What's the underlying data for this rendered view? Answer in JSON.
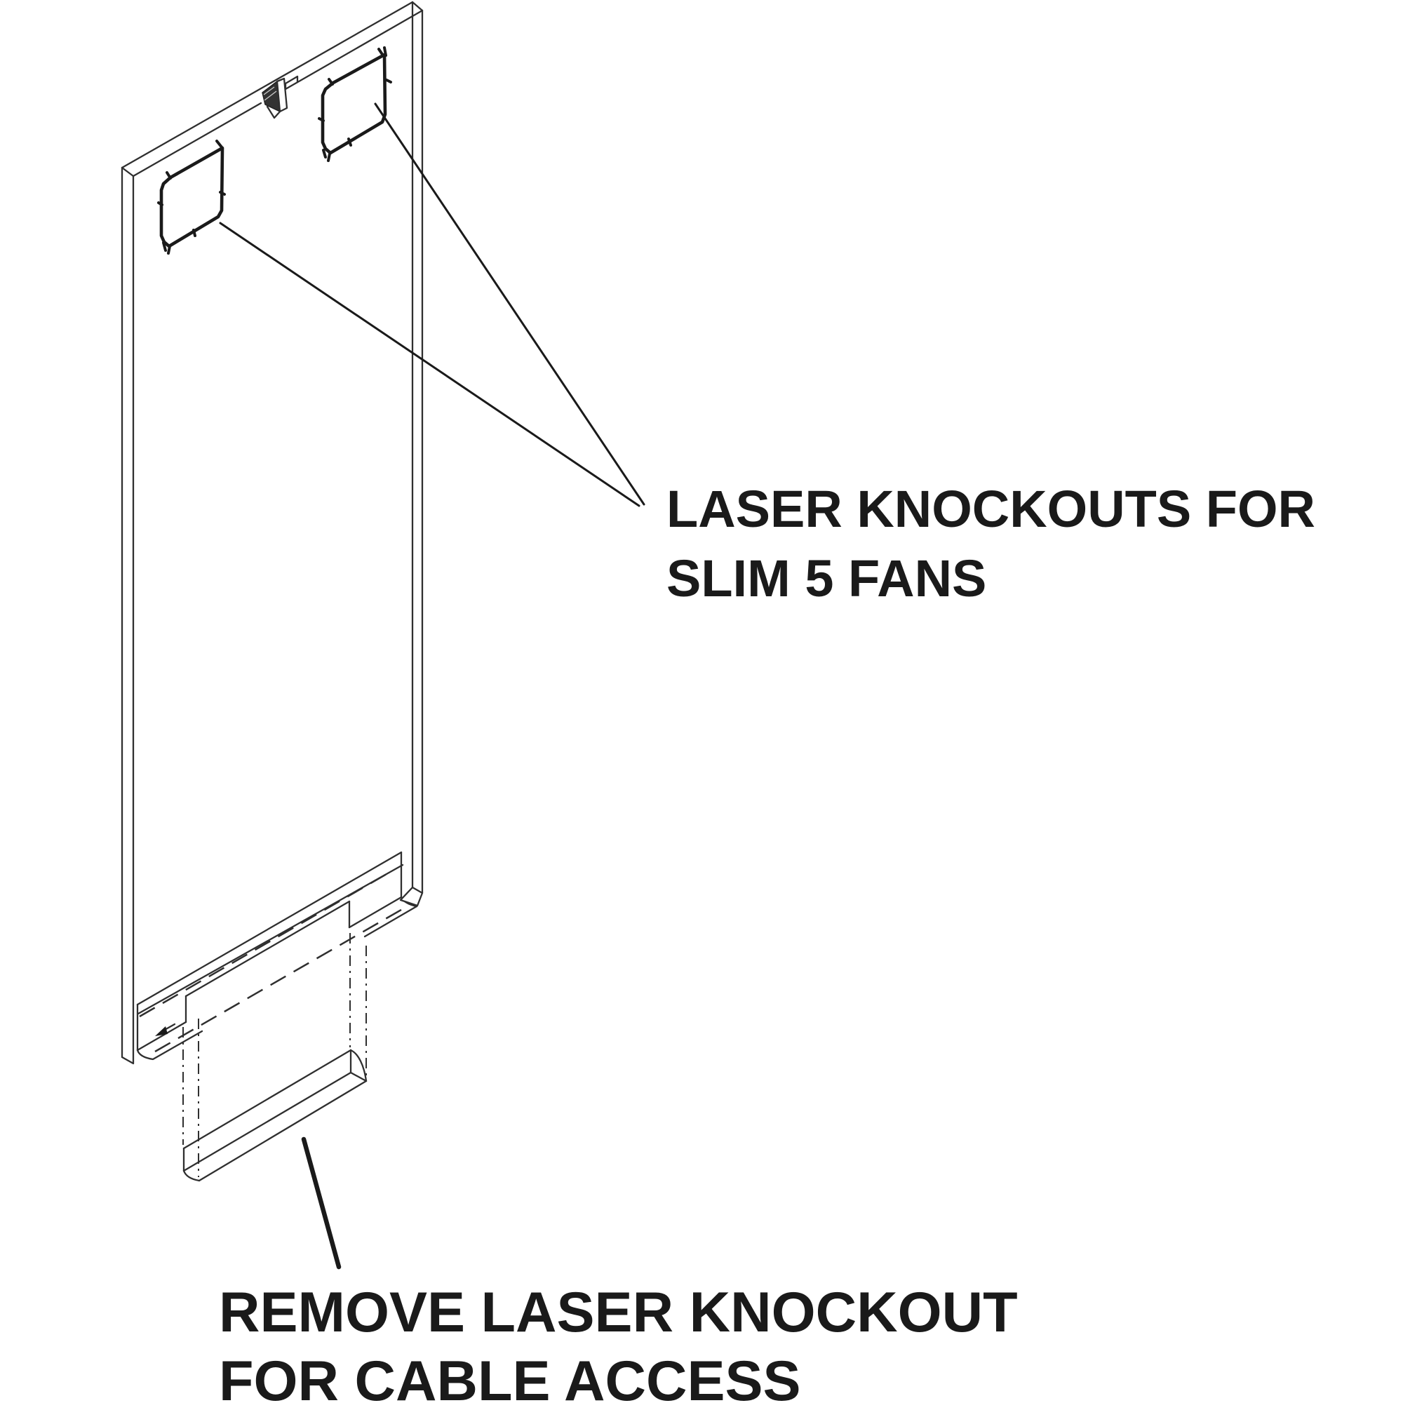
{
  "annotations": {
    "fan_knockouts": {
      "line1": "LASER KNOCKOUTS FOR",
      "line2": "SLIM 5 FANS"
    },
    "cable_knockout": {
      "line1": "REMOVE LASER KNOCKOUT",
      "line2": "FOR CABLE ACCESS"
    }
  },
  "colors": {
    "background": "#ffffff",
    "line": "#2f2f2f",
    "emphasis": "#1a1a1a",
    "text": "#1a1a1a"
  }
}
